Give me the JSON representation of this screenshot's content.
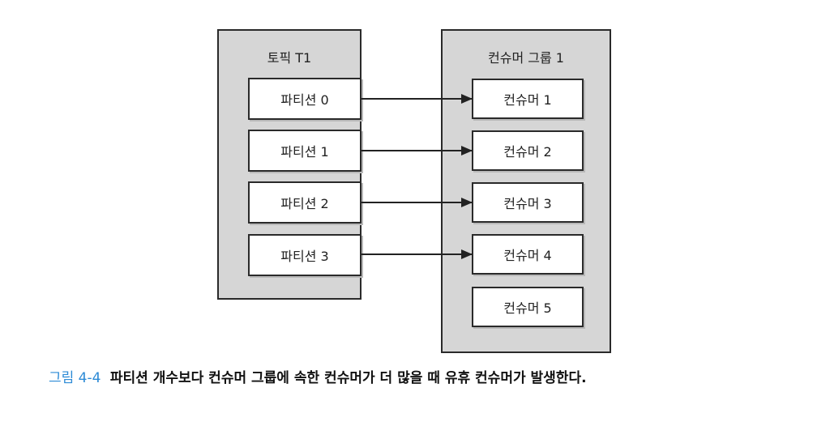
{
  "topic": {
    "title": "토픽 T1",
    "partitions": [
      "파티션 0",
      "파티션 1",
      "파티션 2",
      "파티션 3"
    ]
  },
  "consumer_group": {
    "title": "컨슈머 그룹 1",
    "consumers": [
      "컨슈머 1",
      "컨슈머 2",
      "컨슈머 3",
      "컨슈머 4",
      "컨슈머 5"
    ]
  },
  "connections": [
    {
      "from": "파티션 0",
      "to": "컨슈머 1"
    },
    {
      "from": "파티션 1",
      "to": "컨슈머 2"
    },
    {
      "from": "파티션 2",
      "to": "컨슈머 3"
    },
    {
      "from": "파티션 3",
      "to": "컨슈머 4"
    }
  ],
  "caption": {
    "number": "그림 4-4",
    "text": "파티션 개수보다 컨슈머 그룹에 속한 컨슈머가 더 많을 때 유휴 컨슈머가 발생한다."
  },
  "colors": {
    "container_fill": "#d6d6d6",
    "box_fill": "#ffffff",
    "stroke": "#2a2a2a",
    "caption_number": "#2e8bd6"
  }
}
